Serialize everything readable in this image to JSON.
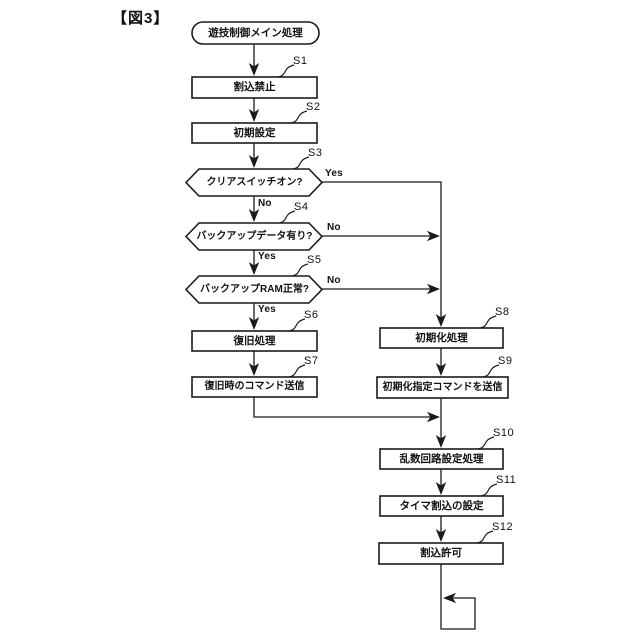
{
  "figure_label": "【図3】",
  "colors": {
    "ink": "#1a1a1a",
    "background": "#ffffff",
    "node_fill": "#ffffff"
  },
  "flowchart": {
    "title": "遊技制御メイン処理",
    "start": {
      "label": "遊技制御メイン処理",
      "type": "terminal"
    },
    "nodes": [
      {
        "step": "S1",
        "type": "process",
        "label": "割込禁止"
      },
      {
        "step": "S2",
        "type": "process",
        "label": "初期設定"
      },
      {
        "step": "S3",
        "type": "decision",
        "label": "クリアスイッチオン?"
      },
      {
        "step": "S4",
        "type": "decision",
        "label": "バックアップデータ有り?"
      },
      {
        "step": "S5",
        "type": "decision",
        "label": "バックアップRAM正常?"
      },
      {
        "step": "S6",
        "type": "process",
        "label": "復旧処理"
      },
      {
        "step": "S7",
        "type": "process",
        "label": "復旧時のコマンド送信"
      },
      {
        "step": "S8",
        "type": "process",
        "label": "初期化処理"
      },
      {
        "step": "S9",
        "type": "process",
        "label": "初期化指定コマンドを送信"
      },
      {
        "step": "S10",
        "type": "process",
        "label": "乱数回路設定処理"
      },
      {
        "step": "S11",
        "type": "process",
        "label": "タイマ割込の設定"
      },
      {
        "step": "S12",
        "type": "process",
        "label": "割込許可"
      }
    ],
    "edges": [
      {
        "from": "START",
        "to": "S1"
      },
      {
        "from": "S1",
        "to": "S2"
      },
      {
        "from": "S2",
        "to": "S3"
      },
      {
        "from": "S3",
        "to": "S4",
        "label": "No"
      },
      {
        "from": "S3",
        "to": "S8",
        "label": "Yes"
      },
      {
        "from": "S4",
        "to": "S5",
        "label": "Yes"
      },
      {
        "from": "S4",
        "to": "S8",
        "label": "No"
      },
      {
        "from": "S5",
        "to": "S6",
        "label": "Yes"
      },
      {
        "from": "S5",
        "to": "S8",
        "label": "No"
      },
      {
        "from": "S6",
        "to": "S7"
      },
      {
        "from": "S7",
        "to": "S10"
      },
      {
        "from": "S8",
        "to": "S9"
      },
      {
        "from": "S9",
        "to": "S10"
      },
      {
        "from": "S10",
        "to": "S11"
      },
      {
        "from": "S11",
        "to": "S12"
      },
      {
        "from": "S12",
        "to": "LOOP",
        "type": "infinite-loop"
      }
    ]
  }
}
